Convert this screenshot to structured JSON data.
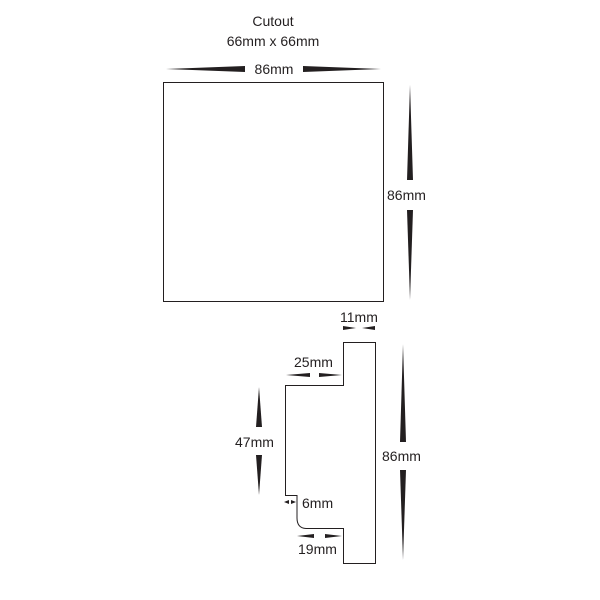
{
  "title": {
    "line1": "Cutout",
    "line2": "66mm x 66mm"
  },
  "front_view": {
    "width_label": "86mm",
    "height_label": "86mm"
  },
  "side_view": {
    "depth_label": "11mm",
    "top_step_label": "25mm",
    "body_height_label": "47mm",
    "lip_label": "6mm",
    "bottom_step_label": "19mm",
    "height_label": "86mm"
  },
  "colors": {
    "line": "#231f20",
    "background": "#ffffff"
  }
}
